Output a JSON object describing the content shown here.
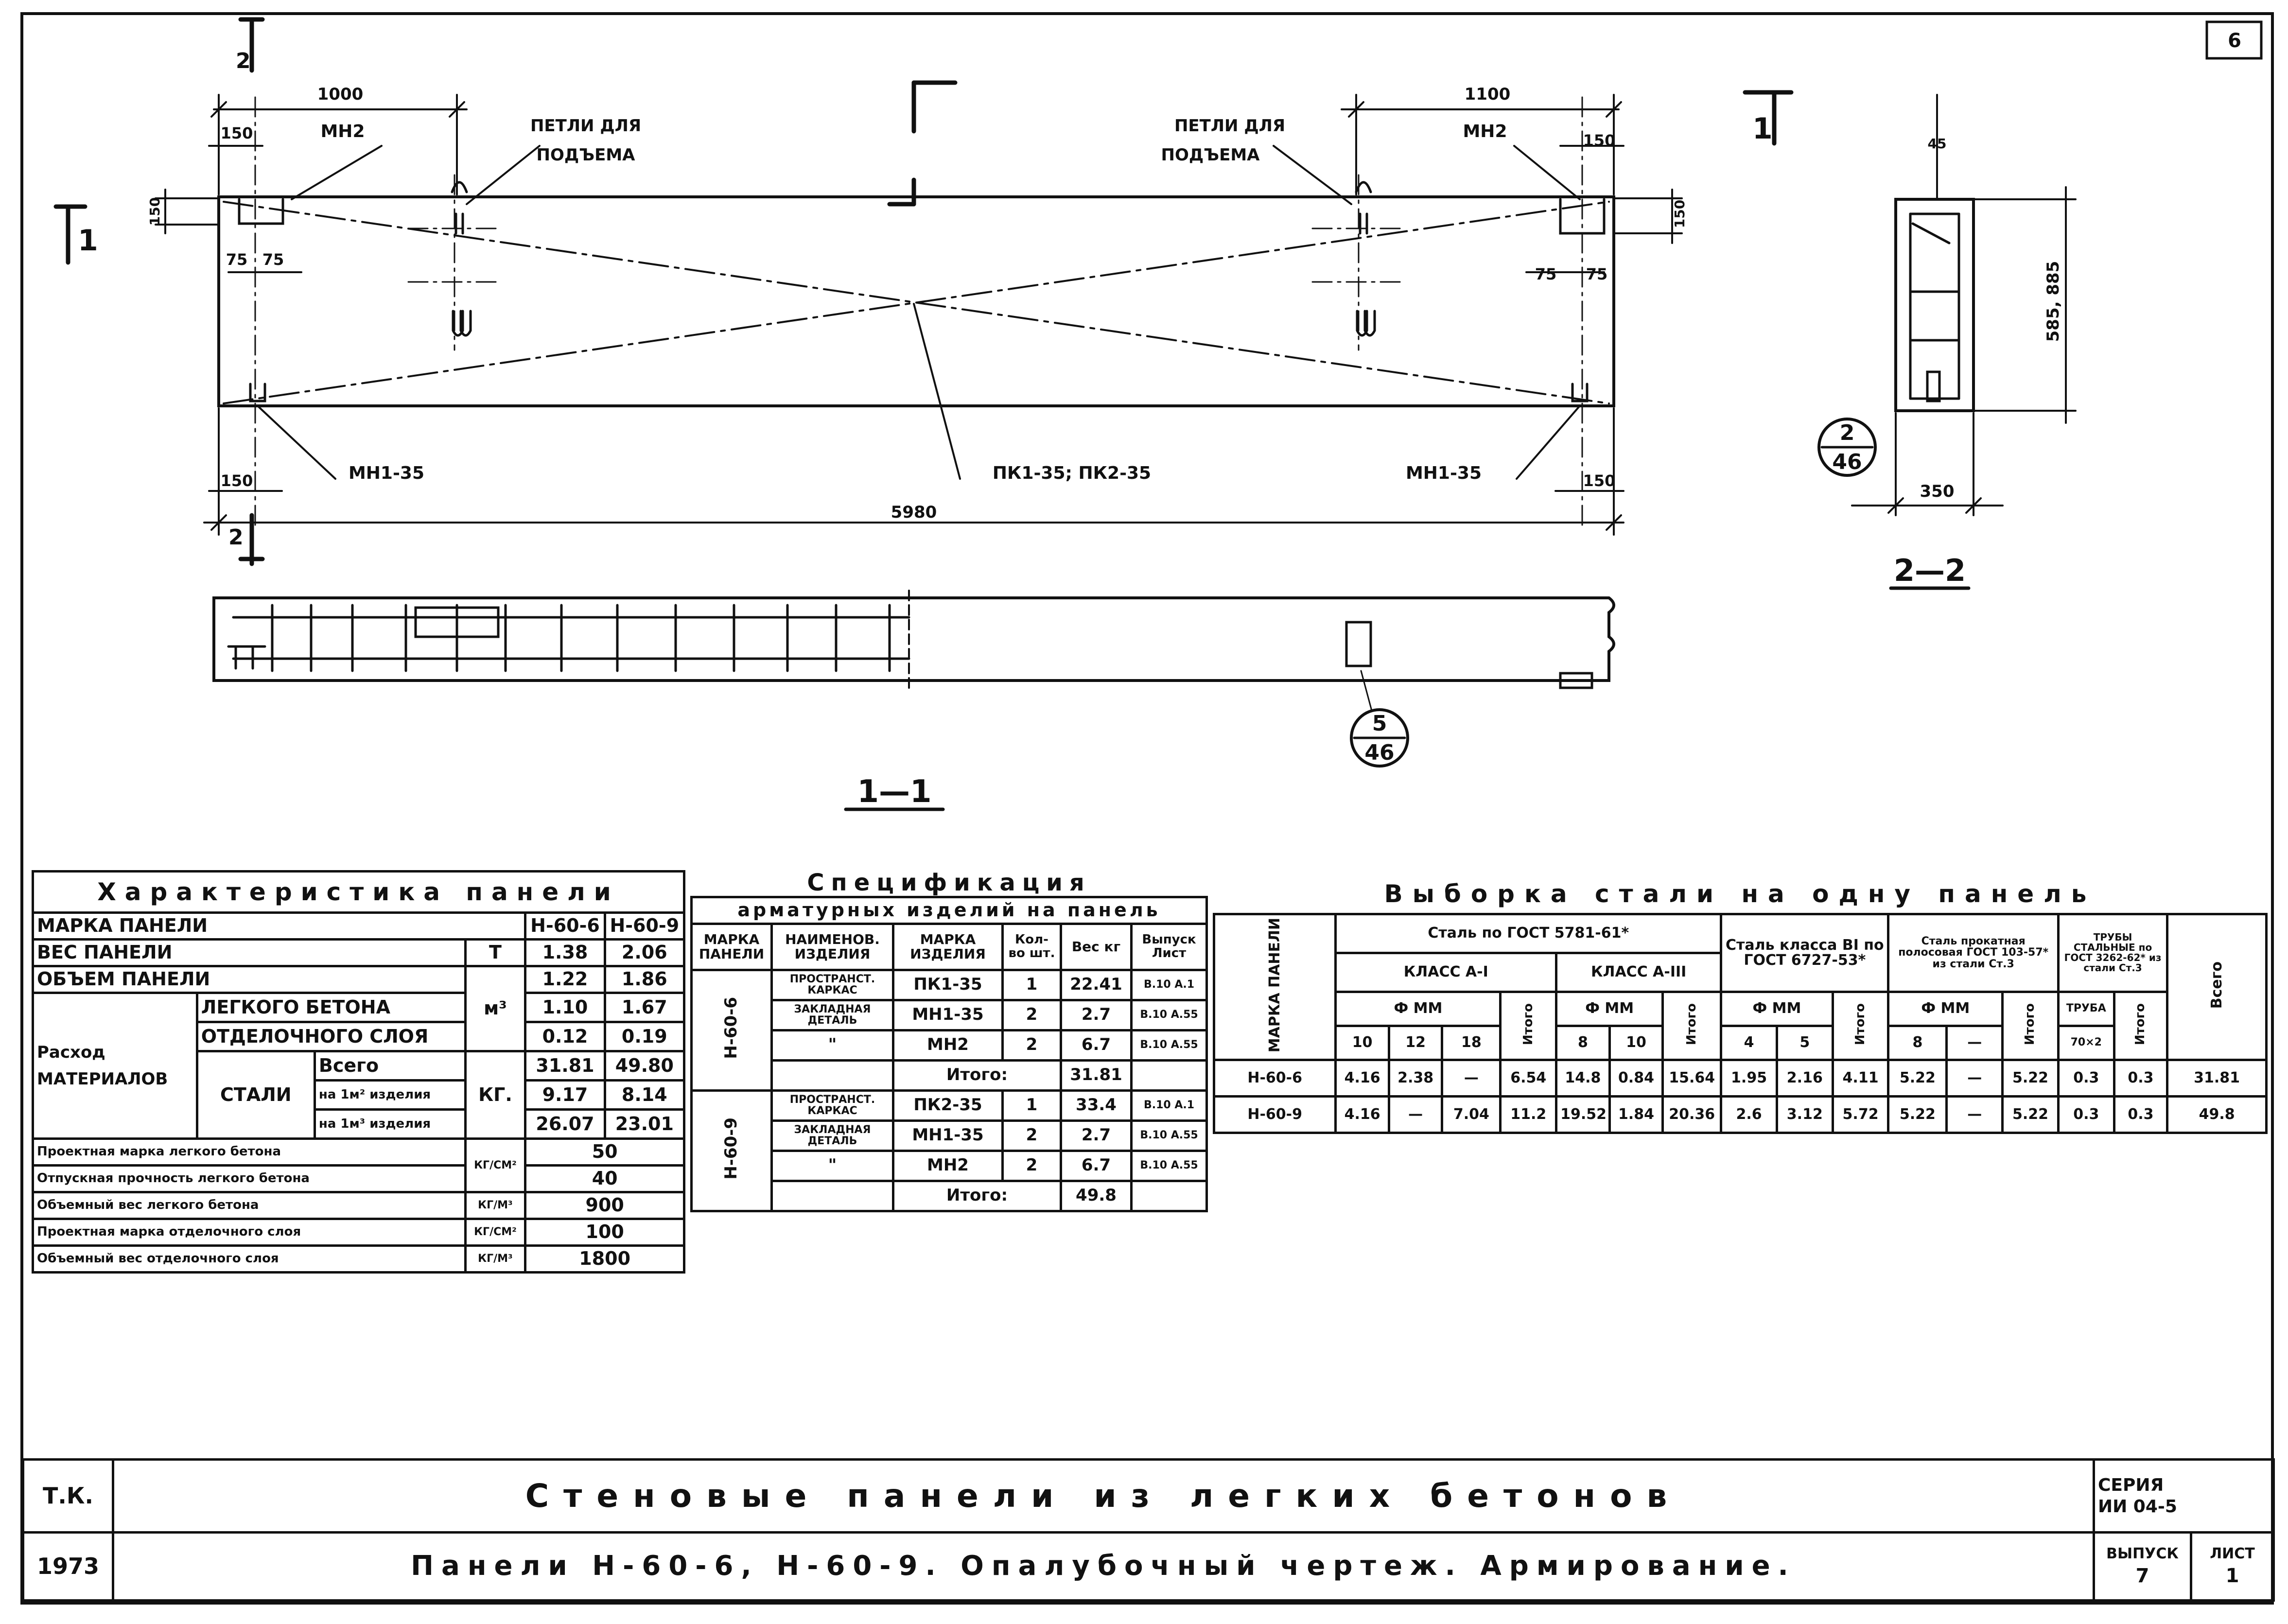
{
  "sheet_number": "6",
  "drawing": {
    "section_marks": {
      "top_left": "2",
      "bottom_left": "2",
      "left": "1",
      "right_top": "1"
    },
    "dims": {
      "d1000": "1000",
      "d1100": "1100",
      "d150_tl": "150",
      "d150_lv": "150",
      "d75a": "75",
      "d75b": "75",
      "d75c": "75",
      "d75d": "75",
      "d150_tr": "150",
      "d150_rv": "150",
      "d150_bl": "150",
      "d150_br": "150",
      "total": "5980",
      "sec_height": "585, 885",
      "sec_width": "350",
      "sec_top": "45"
    },
    "labels": {
      "mn2_left": "МН2",
      "loops_left_1": "ПЕТЛИ ДЛЯ",
      "loops_left_2": "ПОДЪЕМА",
      "loops_right_1": "ПЕТЛИ ДЛЯ",
      "loops_right_2": "ПОДЪЕМА",
      "mn2_right": "МН2",
      "mn1_left": "МН1-35",
      "pk": "ПК1-35; ПК2-35",
      "mn1_right": "МН1-35"
    },
    "callout_2_46": {
      "top": "2",
      "bottom": "46"
    },
    "callout_5_46": {
      "top": "5",
      "bottom": "46"
    },
    "section_title_2": "2—2",
    "section_title_1": "1—1"
  },
  "table_char": {
    "caption": "Характеристика панели",
    "rows": {
      "marka_label": "МАРКА ПАНЕЛИ",
      "col1": "Н-60-6",
      "col2": "Н-60-9",
      "ves_label": "ВЕС ПАНЕЛИ",
      "ves_unit": "Т",
      "ves1": "1.38",
      "ves2": "2.06",
      "obem_label": "ОБЪЕМ ПАНЕЛИ",
      "obem1": "1.22",
      "obem2": "1.86",
      "rashod_1": "Расход",
      "rashod_2": "МАТЕРИАЛОВ",
      "lb_label": "ЛЕГКОГО БЕТОНА",
      "m3": "м³",
      "lb1": "1.10",
      "lb2": "1.67",
      "os_label": "ОТДЕЛОЧНОГО СЛОЯ",
      "os1": "0.12",
      "os2": "0.19",
      "stal": "СТАЛИ",
      "vsego_label": "Всего",
      "kg": "КГ.",
      "vsego1": "31.81",
      "vsego2": "49.80",
      "na1m2_label": "на 1м² изделия",
      "na1m2_1": "9.17",
      "na1m2_2": "8.14",
      "na1m3_label": "на 1м³ изделия",
      "na1m3_1": "26.07",
      "na1m3_2": "23.01",
      "pm_label": "Проектная марка легкого бетона",
      "pm_unit": "КГ/СМ²",
      "pm_val": "50",
      "op_label": "Отпускная прочность легкого бетона",
      "op_val": "40",
      "ov_label": "Объемный вес легкого бетона",
      "ov_unit": "КГ/М³",
      "ov_val": "900",
      "pmo_label": "Проектная марка отделочного слоя",
      "pmo_unit": "КГ/СМ²",
      "pmo_val": "100",
      "ovo_label": "Объемный вес отделочного слоя",
      "ovo_unit": "КГ/М³",
      "ovo_val": "1800"
    }
  },
  "table_spec": {
    "caption_1": "Спецификация",
    "caption_2": "арматурных изделий на панель",
    "headers": [
      "МАРКА ПАНЕЛИ",
      "НАИМЕНОВ. ИЗДЕЛИЯ",
      "МАРКА ИЗДЕЛИЯ",
      "Кол-во шт.",
      "Вес кг",
      "Выпуск Лист"
    ],
    "groups": [
      {
        "panel": "Н-60-6",
        "rows": [
          {
            "name": "ПРОСТРАНСТ. КАРКАС",
            "mark": "ПК1-35",
            "qty": "1",
            "w": "22.41",
            "ref": "В.10 А.1"
          },
          {
            "name": "ЗАКЛАДНАЯ ДЕТАЛЬ",
            "mark": "МН1-35",
            "qty": "2",
            "w": "2.7",
            "ref": "В.10 А.55"
          },
          {
            "name": "\"",
            "mark": "МН2",
            "qty": "2",
            "w": "6.7",
            "ref": "В.10 А.55"
          }
        ],
        "total_label": "Итого:",
        "total": "31.81"
      },
      {
        "panel": "Н-60-9",
        "rows": [
          {
            "name": "ПРОСТРАНСТ. КАРКАС",
            "mark": "ПК2-35",
            "qty": "1",
            "w": "33.4",
            "ref": "В.10 А.1"
          },
          {
            "name": "ЗАКЛАДНАЯ ДЕТАЛЬ",
            "mark": "МН1-35",
            "qty": "2",
            "w": "2.7",
            "ref": "В.10 А.55"
          },
          {
            "name": "\"",
            "mark": "МН2",
            "qty": "2",
            "w": "6.7",
            "ref": "В.10 А.55"
          }
        ],
        "total_label": "Итого:",
        "total": "49.8"
      }
    ]
  },
  "table_steel": {
    "caption": "Выборка стали на одну панель",
    "head": {
      "marka": "МАРКА ПАНЕЛИ",
      "g1": "Сталь по ГОСТ 5781-61*",
      "a1": "КЛАСС А-I",
      "a3": "КЛАСС А-III",
      "g2": "Сталь класса ВI по ГОСТ 6727-53*",
      "g3": "Сталь прокатная полосовая ГОСТ 103-57* из стали Ст.3",
      "g4": "ТРУБЫ СТАЛЬНЫЕ по ГОСТ 3262-62* из стали Ст.3",
      "vsego": "Всего",
      "phi": "Ф ММ",
      "itogo": "Итого",
      "truba": "ТРУБА",
      "d": [
        "10",
        "12",
        "18",
        "8",
        "10",
        "4",
        "5",
        "8",
        "—",
        "70×2"
      ]
    },
    "rows": [
      {
        "mark": "Н-60-6",
        "v": [
          "4.16",
          "2.38",
          "—",
          "6.54",
          "14.8",
          "0.84",
          "15.64",
          "1.95",
          "2.16",
          "4.11",
          "5.22",
          "—",
          "5.22",
          "0.3",
          "0.3",
          "31.81"
        ]
      },
      {
        "mark": "Н-60-9",
        "v": [
          "4.16",
          "—",
          "7.04",
          "11.2",
          "19.52",
          "1.84",
          "20.36",
          "2.6",
          "3.12",
          "5.72",
          "5.22",
          "—",
          "5.22",
          "0.3",
          "0.3",
          "49.8"
        ]
      }
    ]
  },
  "title_block": {
    "code": "Т.К.",
    "year": "1973",
    "title": "Стеновые панели из легких бетонов",
    "subtitle": "Панели Н-60-6, Н-60-9. Опалубочный чертеж. Армирование.",
    "seria_label": "СЕРИЯ",
    "seria_val": "ИИ 04-5",
    "vypusk_label": "ВЫПУСК",
    "vypusk_val": "7",
    "list_label": "ЛИСТ",
    "list_val": "1"
  }
}
